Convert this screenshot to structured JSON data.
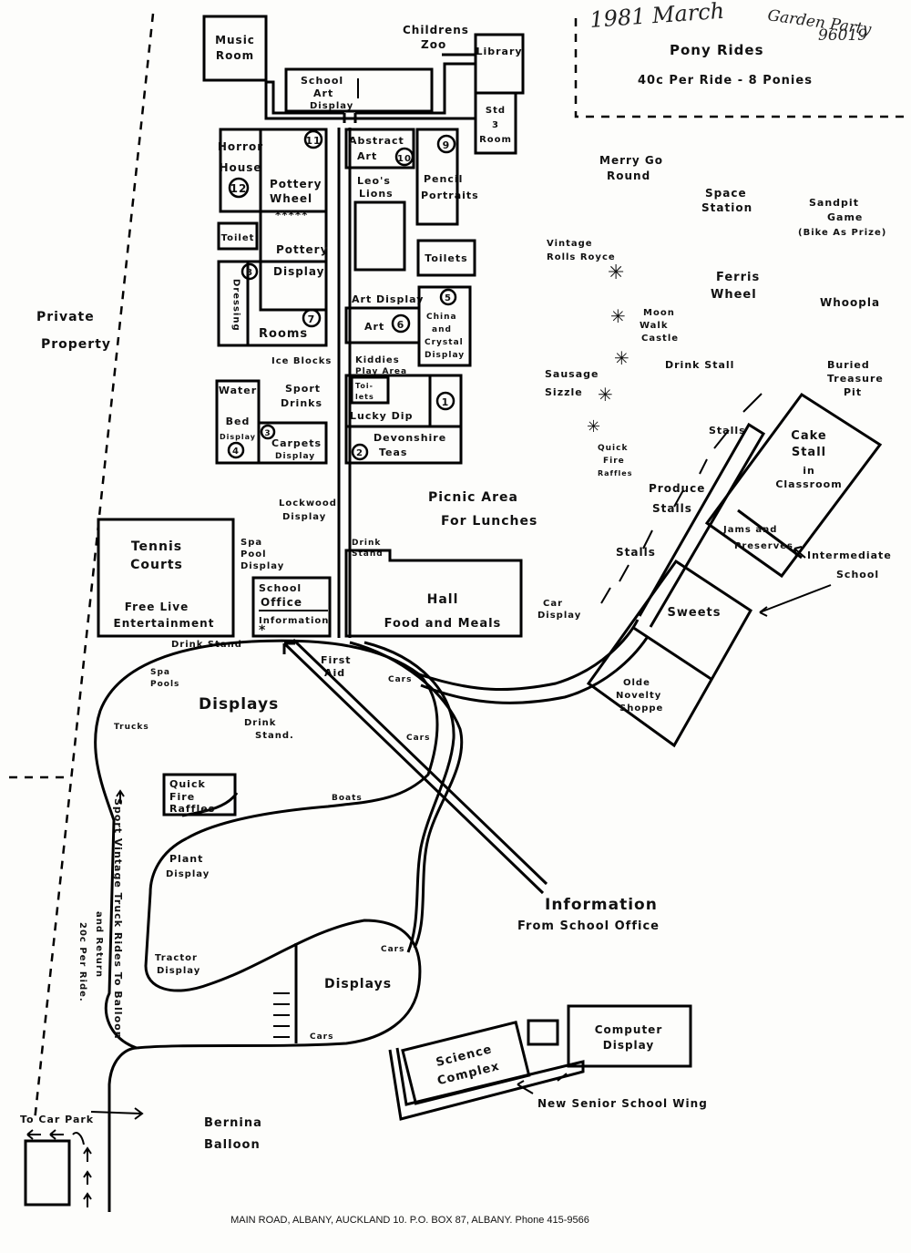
{
  "annotations": {
    "date": "1981 March",
    "event": "Garden Party",
    "ref": "96019"
  },
  "pony": {
    "title": "Pony Rides",
    "price": "40c Per Ride - 8 Ponies"
  },
  "labels": {
    "music_room_1": "Music",
    "music_room_2": "Room",
    "childrens_zoo_1": "Childrens",
    "childrens_zoo_2": "Zoo",
    "library": "Library",
    "school_art_1": "School",
    "school_art_2": "Art",
    "school_art_3": "Display",
    "std3_1": "Std",
    "std3_2": "3",
    "std3_3": "Room",
    "horror_1": "Horror",
    "horror_2": "House",
    "pottery_wheel_1": "Pottery",
    "pottery_wheel_2": "Wheel",
    "abstract_1": "Abstract",
    "abstract_2": "Art",
    "leos_1": "Leo's",
    "leos_2": "Lions",
    "pencil_1": "Pencil",
    "pencil_2": "Portraits",
    "toilet_left": "Toilet",
    "toilets_right": "Toilets",
    "pottery_display_1": "Pottery",
    "pottery_display_2": "Display",
    "dressing": "Dressing",
    "rooms": "Rooms",
    "art_display": "Art Display",
    "art": "Art",
    "china_1": "China",
    "china_2": "and",
    "china_3": "Crystal",
    "china_4": "Display",
    "ice_blocks": "Ice Blocks",
    "kiddies_1": "Kiddies",
    "kiddies_2": "Play Area",
    "sport_drinks_1": "Sport",
    "sport_drinks_2": "Drinks",
    "toilets_small_1": "Toi-",
    "toilets_small_2": "lets",
    "lucky_dip": "Lucky Dip",
    "water_bed_1": "Water",
    "water_bed_2": "Bed",
    "water_bed_3": "Display",
    "carpets_1": "Carpets",
    "carpets_2": "Display",
    "devonshire_1": "Devonshire",
    "devonshire_2": "Teas",
    "lockwood_1": "Lockwood",
    "lockwood_2": "Display",
    "picnic_1": "Picnic Area",
    "picnic_2": "For Lunches",
    "private_1": "Private",
    "private_2": "Property",
    "tennis_1": "Tennis",
    "tennis_2": "Courts",
    "tennis_3": "Free Live",
    "tennis_4": "Entertainment",
    "spa_pool_1": "Spa",
    "spa_pool_2": "Pool",
    "spa_pool_3": "Display",
    "drink_stand_hall_1": "Drink",
    "drink_stand_hall_2": "Stand",
    "school_office_1": "School",
    "school_office_2": "Office",
    "school_office_3": "Information",
    "hall_1": "Hall",
    "hall_2": "Food and Meals",
    "car_display_1": "Car",
    "car_display_2": "Display",
    "drink_stand_left": "Drink Stand",
    "first_aid_1": "First",
    "first_aid_2": "Aid",
    "spa_pools_1": "Spa",
    "spa_pools_2": "Pools",
    "displays_top": "Displays",
    "trucks": "Trucks",
    "drink_stand_mid_1": "Drink",
    "drink_stand_mid_2": "Stand.",
    "cars_1": "Cars",
    "cars_2": "Cars",
    "cars_3": "Cars",
    "cars_4": "Cars",
    "quick_fire_1": "Quick",
    "quick_fire_2": "Fire",
    "quick_fire_3": "Raffles",
    "boats": "Boats",
    "plant_1": "Plant",
    "plant_2": "Display",
    "tractor_1": "Tractor",
    "tractor_2": "Display",
    "displays_bottom": "Displays",
    "information_1": "Information",
    "information_2": "From School Office",
    "computer_1": "Computer",
    "computer_2": "Display",
    "science_1": "Science",
    "science_2": "Complex",
    "new_senior": "New Senior School Wing",
    "to_car_park": "To Car Park",
    "bernina_1": "Bernina",
    "bernina_2": "Balloon",
    "sport_vintage_1": "Sport Vintage Truck Rides To Balloon",
    "sport_vintage_2": "and Return",
    "sport_vintage_3": "20c Per Ride.",
    "merry_1": "Merry Go",
    "merry_2": "Round",
    "space_1": "Space",
    "space_2": "Station",
    "sandpit_1": "Sandpit",
    "sandpit_2": "Game",
    "sandpit_3": "(Bike As Prize)",
    "vintage_1": "Vintage",
    "vintage_2": "Rolls Royce",
    "ferris_1": "Ferris",
    "ferris_2": "Wheel",
    "whoopla": "Whoopla",
    "moon_1": "Moon",
    "moon_2": "Walk",
    "moon_3": "Castle",
    "drink_stall": "Drink Stall",
    "buried_1": "Buried",
    "buried_2": "Treasure",
    "buried_3": "Pit",
    "sausage_1": "Sausage",
    "sausage_2": "Sizzle",
    "stalls_1": "Stalls",
    "cake_1": "Cake",
    "cake_2": "Stall",
    "cake_3": "in",
    "cake_4": "Classroom",
    "quick_fire_r1": "Quick",
    "quick_fire_r2": "Fire",
    "quick_fire_r3": "Raffles",
    "produce_1": "Produce",
    "produce_2": "Stalls",
    "jams_1": "Jams and",
    "jams_2": "Preserves",
    "stalls_2": "Stalls",
    "intermediate_1": "Intermediate",
    "intermediate_2": "School",
    "sweets": "Sweets",
    "olde_1": "Olde",
    "olde_2": "Novelty",
    "olde_3": "Shoppe"
  },
  "numbers": [
    "1",
    "2",
    "3",
    "4",
    "5",
    "6",
    "7",
    "8",
    "9",
    "10",
    "11",
    "12"
  ],
  "footer": "MAIN ROAD, ALBANY, AUCKLAND 10.   P.O. BOX 87, ALBANY.   Phone 415-9566"
}
